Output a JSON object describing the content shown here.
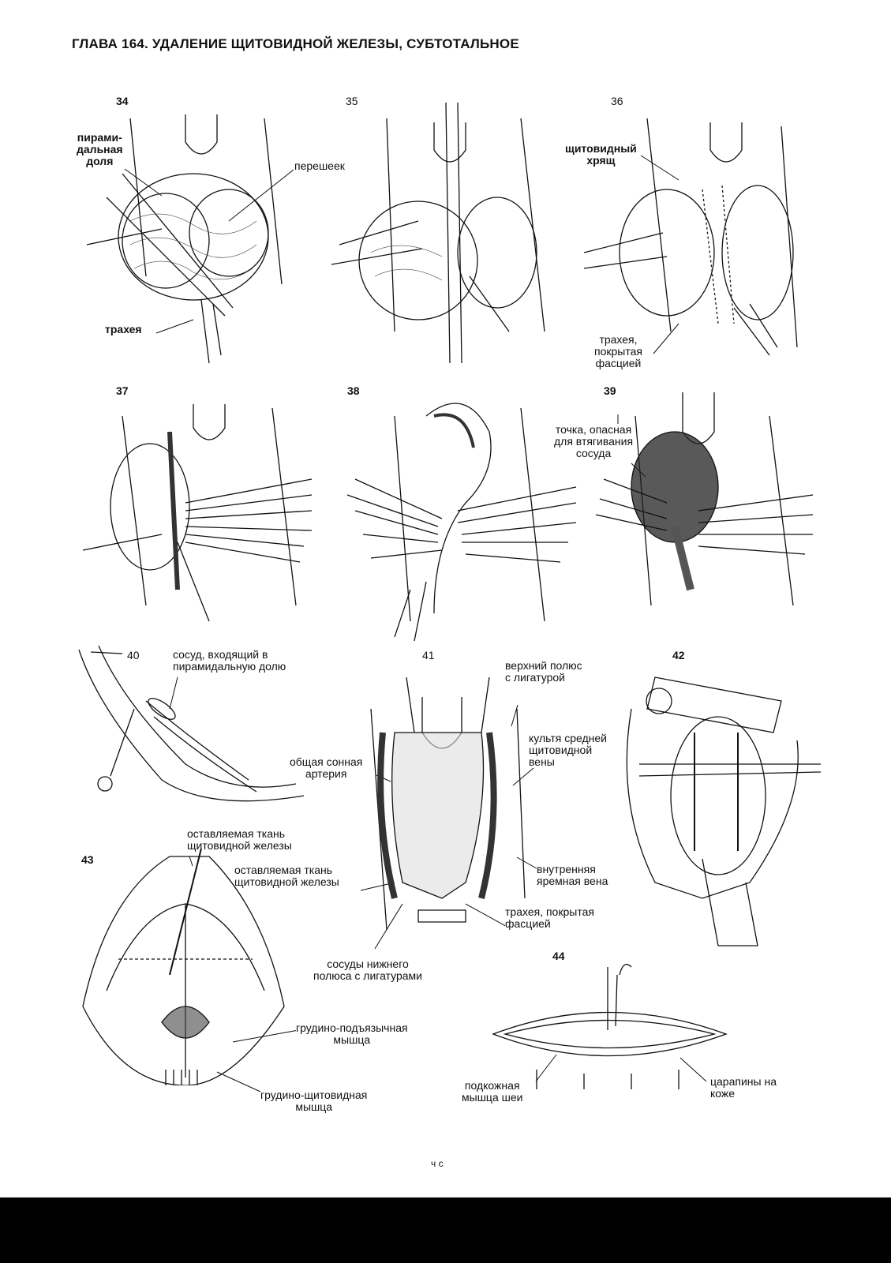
{
  "header": {
    "title": "ГЛАВА 164. УДАЛЕНИЕ ЩИТОВИДНОЙ ЖЕЛЕЗЫ, СУБТОТАЛЬНОЕ"
  },
  "figures": [
    {
      "number": "34",
      "labels": [
        "пирами-\nдальная\nдоля",
        "перешеек",
        "трахея"
      ]
    },
    {
      "number": "35",
      "labels": []
    },
    {
      "number": "36",
      "labels": [
        "щитовидный\nхрящ",
        "трахея,\nпокрытая\nфасцией"
      ]
    },
    {
      "number": "37",
      "labels": []
    },
    {
      "number": "38",
      "labels": []
    },
    {
      "number": "39",
      "labels": [
        "точка, опасная\nдля втягивания\nсосуда"
      ]
    },
    {
      "number": "40",
      "labels": [
        "сосуд, входящий в\nпирамидальную долю",
        "общая сонная\nартерия",
        "оставляемая ткань\nщитовидной железы"
      ]
    },
    {
      "number": "41",
      "labels": [
        "верхний полюс\nс лигатурой",
        "культя средней\nщитовидной\nвены",
        "оставляемая ткань\nщитовидной железы",
        "внутренняя\nяремная вена",
        "трахея, покрытая\nфасцией",
        "сосуды нижнего\nполюса с лигатурами"
      ]
    },
    {
      "number": "42",
      "labels": []
    },
    {
      "number": "43",
      "labels": [
        "грудино-подъязычная\nмышца",
        "грудино-щитовидная\nмышца"
      ]
    },
    {
      "number": "44",
      "labels": [
        "подкожная\nмышца шеи",
        "царапины на\nкоже"
      ]
    }
  ],
  "footer": {
    "page_mark": "ч с"
  }
}
